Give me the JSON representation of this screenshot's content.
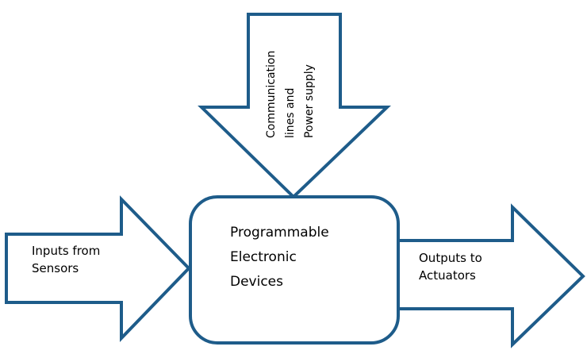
{
  "diagram": {
    "stroke_color": "#1E5C8A",
    "center_box": {
      "lines": [
        "Programmable",
        "Electronic",
        "Devices"
      ]
    },
    "top_arrow": {
      "lines": [
        "Communication",
        "lines and",
        "Power supply"
      ],
      "direction": "down"
    },
    "left_arrow": {
      "lines": [
        "Inputs from",
        "Sensors"
      ],
      "direction": "right"
    },
    "right_arrow": {
      "lines": [
        "Outputs to",
        "Actuators"
      ],
      "direction": "right"
    }
  }
}
